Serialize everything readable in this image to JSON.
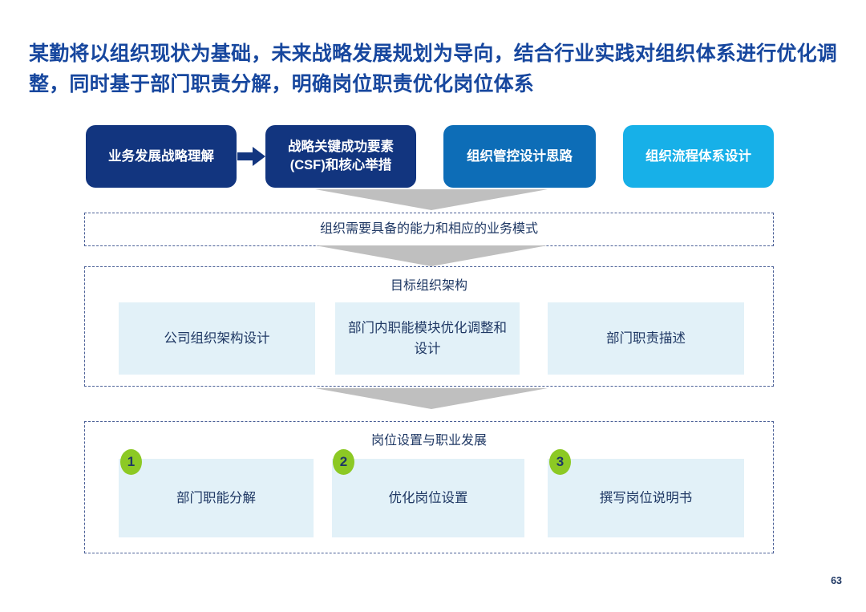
{
  "slide": {
    "title": "某勤将以组织现状为基础，未来战略发展规划为导向，结合行业实践对组织体系进行优化调整，同时基于部门职责分解，明确岗位职责优化岗位体系",
    "page_number": "63"
  },
  "colors": {
    "title_blue": "#17479E",
    "navy": "#12357F",
    "medium_blue": "#0D6DB7",
    "cyan_blue": "#17B0E8",
    "card_bg": "#E2F1F8",
    "card_text": "#1F3864",
    "badge_green": "#8CC924",
    "dashed_border": "#4A5F96",
    "chevron_grey": "#BFBFBF"
  },
  "top_row": {
    "items": [
      {
        "label": "业务发展战略理解",
        "color": "#12357F"
      },
      {
        "label": "战略关键成功要素\n(CSF)和核心举措",
        "color": "#12357F"
      },
      {
        "label": "组织管控设计思路",
        "color": "#0D6DB7"
      },
      {
        "label": "组织流程体系设计",
        "color": "#17B0E8"
      }
    ],
    "arrow_icon": "arrow-right-icon"
  },
  "capability_panel": {
    "heading": "组织需要具备的能力和相应的业务模式"
  },
  "target_panel": {
    "heading": "目标组织架构",
    "cards": [
      {
        "label": "公司组织架构设计"
      },
      {
        "label": "部门内职能模块优化调整和设计"
      },
      {
        "label": "部门职责描述"
      }
    ]
  },
  "jobs_panel": {
    "heading": "岗位设置与职业发展",
    "cards": [
      {
        "number": "1",
        "label": "部门职能分解"
      },
      {
        "number": "2",
        "label": "优化岗位设置"
      },
      {
        "number": "3",
        "label": "撰写岗位说明书"
      }
    ]
  }
}
